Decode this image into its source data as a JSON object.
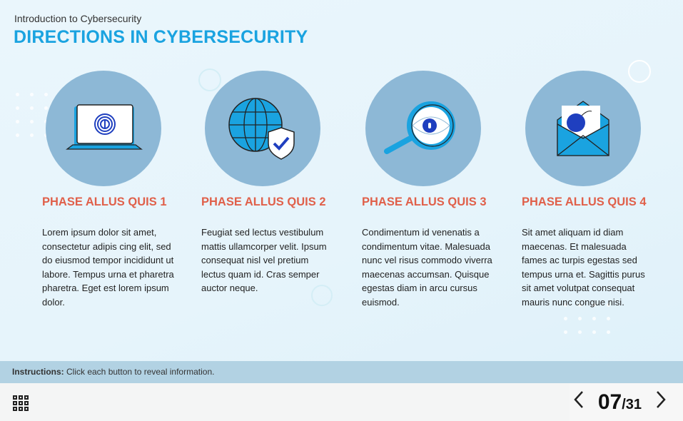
{
  "header": {
    "subtitle": "Introduction to Cybersecurity",
    "title": "DIRECTIONS IN CYBERSECURITY"
  },
  "cards": [
    {
      "icon": "laptop-fingerprint-icon",
      "title": "PHASE ALLUS QUIS 1",
      "text": "Lorem ipsum dolor sit amet, consectetur adipis cing elit, sed do eiusmod tempor incididunt ut labore. Tempus urna et pharetra pharetra. Eget est lorem ipsum dolor."
    },
    {
      "icon": "globe-shield-icon",
      "title": "PHASE ALLUS QUIS 2",
      "text": "Feugiat sed lectus vestibulum mattis ullamcorper velit. Ipsum consequat nisl vel pretium lectus quam id. Cras semper auctor neque."
    },
    {
      "icon": "magnifier-eye-icon",
      "title": "PHASE ALLUS QUIS 3",
      "text": "Condimentum id venenatis a condimentum vitae. Malesuada nunc vel risus commodo viverra maecenas accumsan. Quisque egestas diam in arcu cursus euismod."
    },
    {
      "icon": "envelope-bomb-icon",
      "title": "PHASE ALLUS QUIS 4",
      "text": "Sit amet aliquam id diam maecenas. Et malesuada fames ac turpis egestas sed tempus urna et. Sagittis purus sit amet volutpat consequat mauris nunc congue nisi."
    }
  ],
  "instructions": {
    "label": "Instructions:",
    "text": " Click each button to reveal information."
  },
  "pager": {
    "current": "07",
    "total": "/31",
    "prev": "‹",
    "next": "›"
  },
  "colors": {
    "title": "#1aa3e0",
    "phase": "#e0604a",
    "circle": "#8db8d6",
    "bar": "#b2d2e3"
  }
}
